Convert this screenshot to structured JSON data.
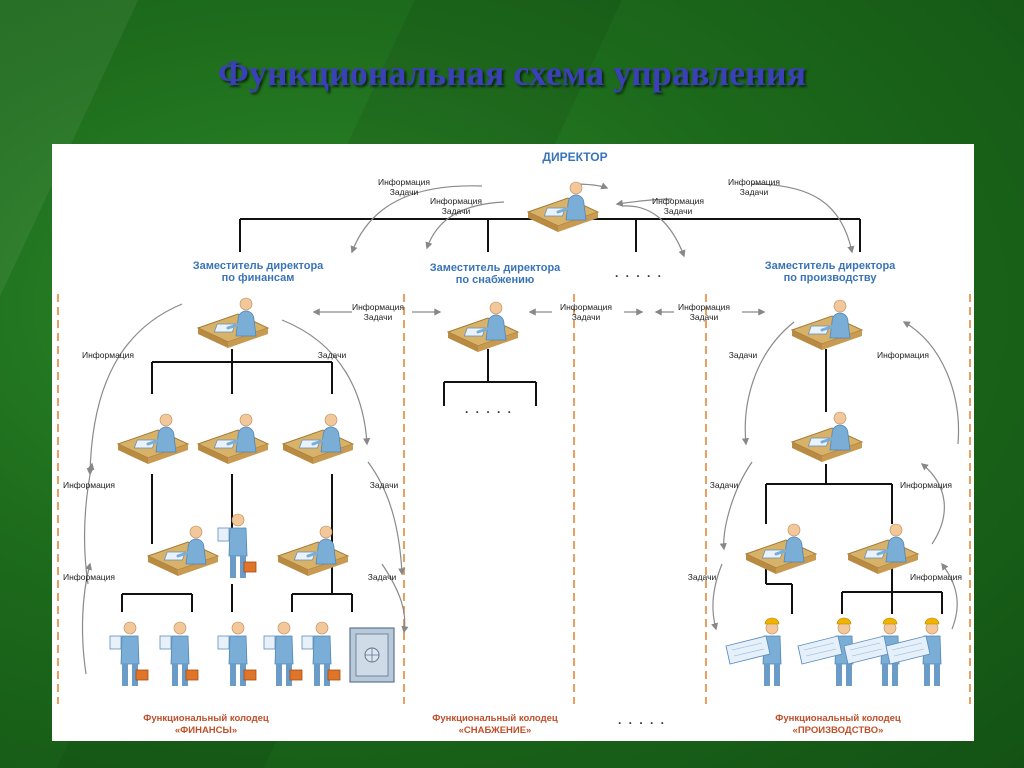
{
  "title": "Функциональная схема управления",
  "diagram": {
    "director": "ДИРЕКТОР",
    "deputies": [
      {
        "line1": "Заместитель директора",
        "line2": "по финансам"
      },
      {
        "line1": "Заместитель директора",
        "line2": "по снабжению"
      },
      {
        "line1": "Заместитель директора",
        "line2": "по производству"
      }
    ],
    "info_tasks": [
      "Информация",
      "Задачи"
    ],
    "info": "Информация",
    "tasks": "Задачи",
    "ellipsis": ". . . . .",
    "wells": [
      {
        "line1": "Функциональный колодец",
        "line2": "«ФИНАНСЫ»"
      },
      {
        "line1": "Функциональный колодец",
        "line2": "«СНАБЖЕНИЕ»"
      },
      {
        "line1": "Функциональный колодец",
        "line2": "«ПРОИЗВОДСТВО»"
      }
    ],
    "colors": {
      "title": "#3b3fb8",
      "heading": "#3a74b8",
      "footer": "#c0502a",
      "divider": "#e08a3c",
      "figure": "#7aaed6",
      "desk": "#d9b26a"
    },
    "icons": [
      "worker-at-desk-icon",
      "standing-worker-icon",
      "safe-icon",
      "engineer-with-blueprint-icon"
    ]
  }
}
